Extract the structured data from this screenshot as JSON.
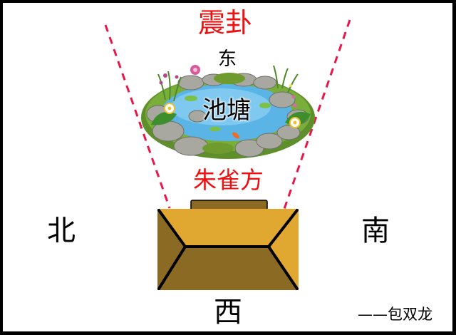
{
  "diagram": {
    "title": "震卦",
    "direction_top": "东",
    "pond_label": "池塘",
    "front_label": "朱雀方",
    "direction_left": "北",
    "direction_right": "南",
    "direction_bottom": "西",
    "signature": "——包双龙"
  },
  "colors": {
    "accent_red": "#EE1111",
    "dash_red": "#E8174A",
    "house_light": "#E0A830",
    "house_dark": "#8B6A23",
    "border": "#000000",
    "water": "#5AB4E6"
  },
  "icons": {
    "pond": "pond-illustration",
    "house": "house-roof-plan"
  }
}
